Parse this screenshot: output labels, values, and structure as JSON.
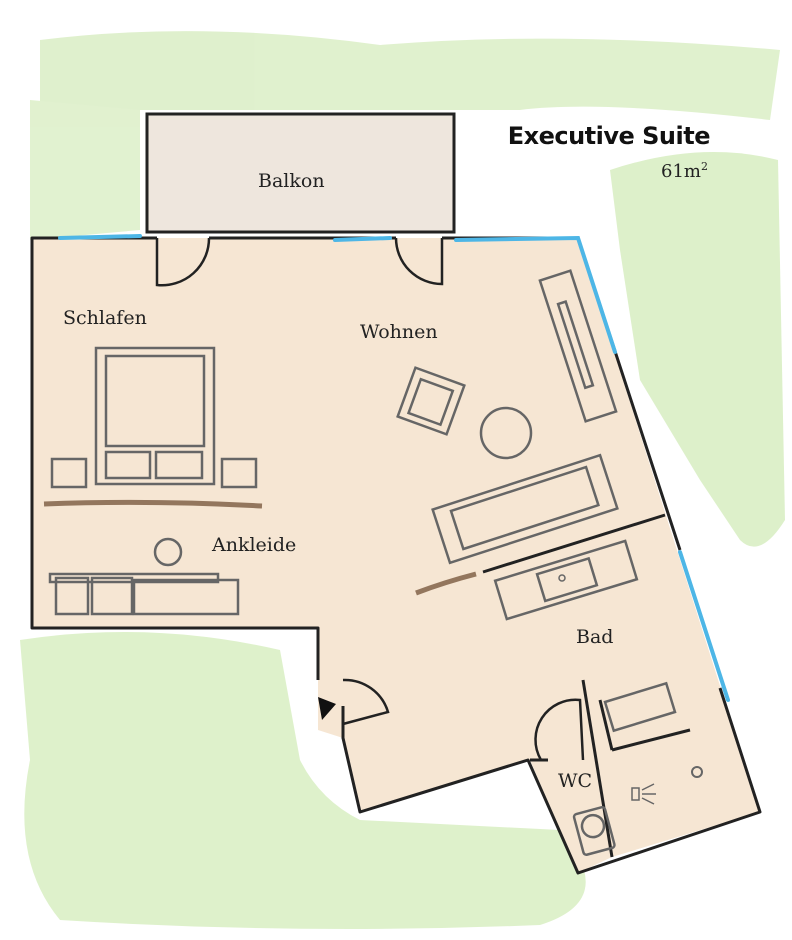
{
  "header": {
    "title": "Executive Suite",
    "area_value": "61m",
    "area_unit_sup": "2"
  },
  "rooms": {
    "balkon": "Balkon",
    "schlafen": "Schlafen",
    "wohnen": "Wohnen",
    "ankleide": "Ankleide",
    "bad": "Bad",
    "wc": "WC"
  },
  "colors": {
    "wall": "#222222",
    "floor": "#f6e7d6",
    "balcony": "#ece4dc",
    "window": "#4db6e6",
    "grass": "#cfe9b6",
    "furniture": "#666666",
    "shelf": "#7a5a40"
  }
}
